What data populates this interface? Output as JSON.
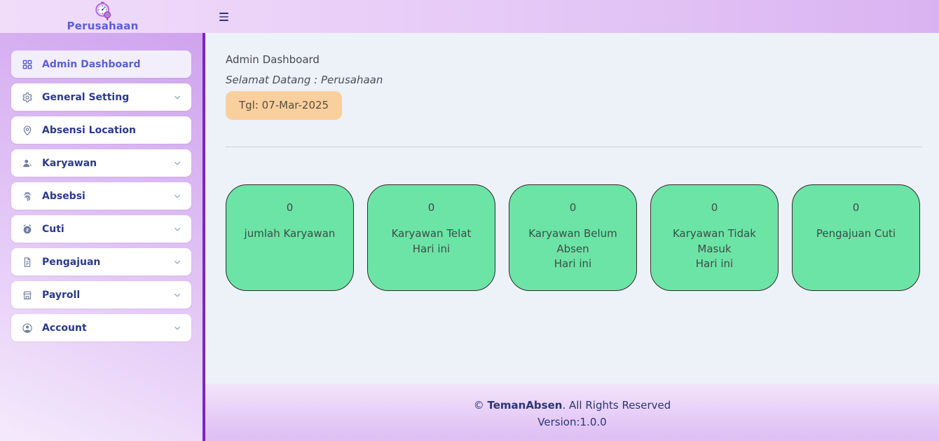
{
  "header": {
    "brand": "Perusahaan",
    "logo_icon": "stopwatch-check-logo",
    "menu_icon": "hamburger-menu"
  },
  "sidebar": {
    "items": [
      {
        "label": "Admin Dashboard",
        "icon": "grid",
        "active": true,
        "chevron": false
      },
      {
        "label": "General Setting",
        "icon": "gear",
        "active": false,
        "chevron": true
      },
      {
        "label": "Absensi Location",
        "icon": "location-pin",
        "active": false,
        "chevron": false
      },
      {
        "label": "Karyawan",
        "icon": "users",
        "active": false,
        "chevron": true
      },
      {
        "label": "Absebsi",
        "icon": "fingerprint",
        "active": false,
        "chevron": true
      },
      {
        "label": "Cuti",
        "icon": "alarm-snooze",
        "active": false,
        "chevron": true
      },
      {
        "label": "Pengajuan",
        "icon": "document",
        "active": false,
        "chevron": true
      },
      {
        "label": "Payroll",
        "icon": "bank",
        "active": false,
        "chevron": true
      },
      {
        "label": "Account",
        "icon": "account-circle",
        "active": false,
        "chevron": true
      }
    ]
  },
  "main": {
    "page_title": "Admin Dashboard",
    "welcome": "Selamat Datang : Perusahaan",
    "date_badge": "Tgl: 07-Mar-2025",
    "cards": [
      {
        "value": "0",
        "lines": [
          "jumlah Karyawan"
        ]
      },
      {
        "value": "0",
        "lines": [
          "Karyawan Telat",
          "Hari ini"
        ]
      },
      {
        "value": "0",
        "lines": [
          "Karyawan Belum",
          "Absen",
          "Hari ini"
        ]
      },
      {
        "value": "0",
        "lines": [
          "Karyawan Tidak",
          "Masuk",
          "Hari ini"
        ]
      },
      {
        "value": "0",
        "lines": [
          "Pengajuan Cuti"
        ]
      }
    ]
  },
  "footer": {
    "copyright_prefix": "© ",
    "brand": "TemanAbsen",
    "copyright_suffix": ". All Rights Reserved",
    "version": "Version:1.0.0"
  },
  "colors": {
    "card_green": "#6ce4a6",
    "badge_peach": "#f9cf9e",
    "accent_indigo": "#5a5fd8",
    "sidebar_text_blue": "#2b3a8c",
    "sidebar_divider_purple": "#7b24c9",
    "footer_text_navy": "#2b3575",
    "main_background": "#edf1f8"
  }
}
